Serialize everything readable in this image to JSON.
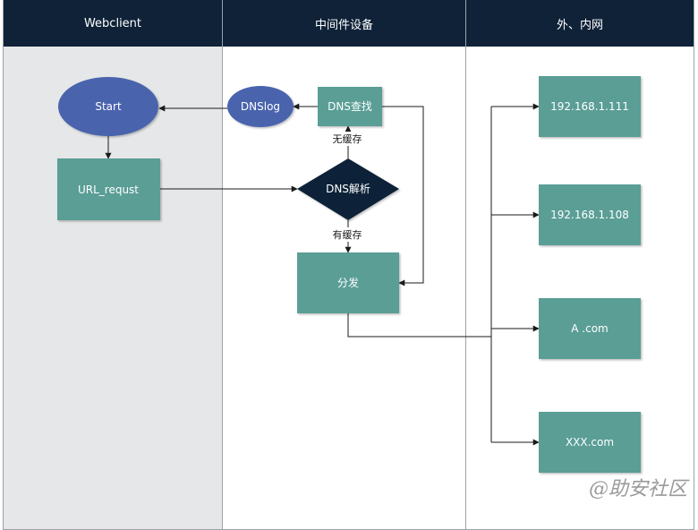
{
  "lanes": [
    {
      "title": "Webclient"
    },
    {
      "title": "中间件设备"
    },
    {
      "title": "外、内网"
    }
  ],
  "nodes": {
    "start": "Start",
    "url_request": "URL_requst",
    "dnslog": "DNSlog",
    "dns_lookup": "DNS查找",
    "dns_resolve": "DNS解析",
    "dispatch": "分发",
    "ip_111": "192.168.1.111",
    "ip_108": "192.168.1.108",
    "a_com": "A .com",
    "xxx_com": "XXX.com"
  },
  "edges": {
    "no_cache": "无缓存",
    "has_cache": "有缓存"
  },
  "watermark": "@助安社区",
  "colors": {
    "header": "#0f2238",
    "teal": "#5a9e96",
    "ellipse": "#4a64ad",
    "diamond": "#0f2238",
    "lane_gray": "#e6e7e8",
    "line": "#1b1b1b"
  }
}
